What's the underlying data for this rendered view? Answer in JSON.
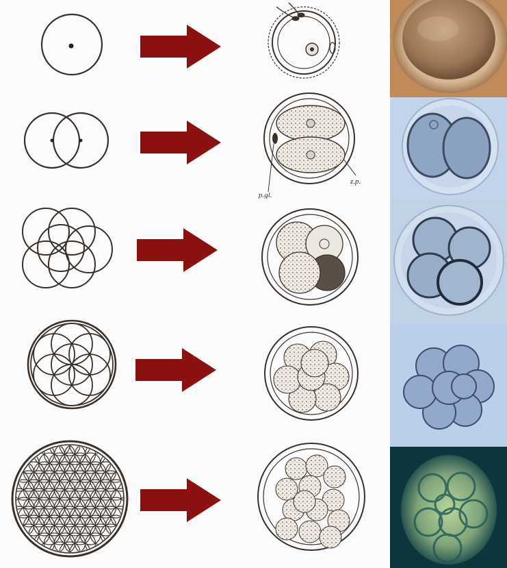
{
  "rows": [
    {
      "geometry": "single-circle",
      "stage": "fertilized-egg",
      "photo_stage": "oocyte-zygote"
    },
    {
      "geometry": "vesica-piscis",
      "stage": "two-cell",
      "photo_stage": "two-cell-embryo"
    },
    {
      "geometry": "tripod-of-life",
      "stage": "four-cell",
      "photo_stage": "four-cell-embryo"
    },
    {
      "geometry": "seed-of-life",
      "stage": "eight-cell",
      "photo_stage": "eight-cell-embryo"
    },
    {
      "geometry": "flower-of-life",
      "stage": "morula",
      "photo_stage": "morula-photo"
    }
  ],
  "drawing_labels": {
    "zona": "z.p.",
    "polar": "p.gl."
  },
  "colors": {
    "arrow": "#8b1111",
    "ink": "#3a302a",
    "photo_oocyte_bg": "#c79466",
    "photo_blue_bg": "#bcd0e8",
    "photo_morula_bg": "#0d3c43"
  },
  "icons": {
    "arrow": "right-arrow-icon"
  }
}
